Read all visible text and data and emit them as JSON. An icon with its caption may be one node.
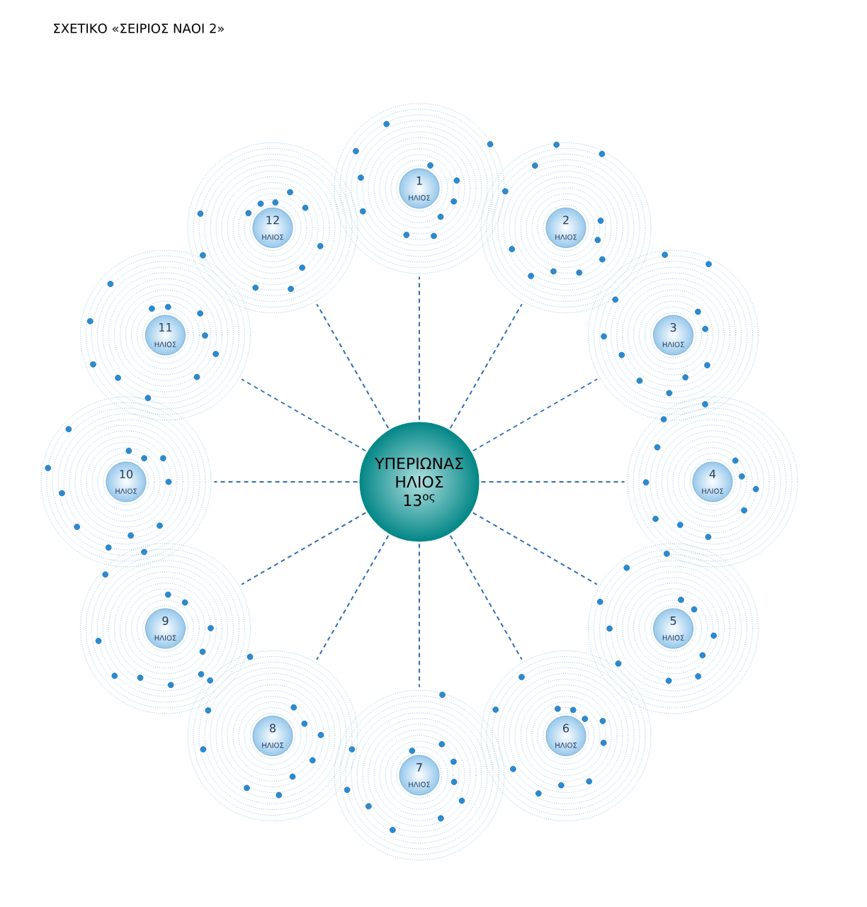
{
  "diagram": {
    "title": "ΣΧΕΤΙΚΟ «ΣΕΙΡΙΟΣ ΝΑΟΙ 2»",
    "nodes": [
      {
        "text": [
          "ΥΠΕΡΙΩΝΑΣ",
          "ΗΛΙΟΣ",
          "13$^{ος}$"
        ]
      },
      {
        "text": [
          "1",
          "ΗΛΙΟΣ"
        ]
      },
      {
        "text": [
          "2",
          "ΗΛΙΟΣ"
        ]
      },
      {
        "text": [
          "3",
          "ΗΛΙΟΣ"
        ]
      },
      {
        "text": [
          "4",
          "ΗΛΙΟΣ"
        ]
      },
      {
        "text": [
          "5",
          "ΗΛΙΟΣ"
        ]
      },
      {
        "text": [
          "6",
          "ΗΛΙΟΣ"
        ]
      },
      {
        "text": [
          "7",
          "ΗΛΙΟΣ"
        ]
      },
      {
        "text": [
          "8",
          "ΗΛΙΟΣ"
        ]
      },
      {
        "text": [
          "9",
          "ΗΛΙΟΣ"
        ]
      },
      {
        "text": [
          "10",
          "ΗΛΙΟΣ"
        ]
      },
      {
        "text": [
          "11",
          "ΗΛΙΟΣ"
        ]
      },
      {
        "text": [
          "12",
          "ΗΛΙΟΣ"
        ]
      }
    ],
    "edges": [
      {
        "from": 0,
        "to": 1,
        "arrow": "none",
        "style": "dashed"
      },
      {
        "from": 0,
        "to": 2,
        "arrow": "none",
        "style": "dashed"
      },
      {
        "from": 0,
        "to": 3,
        "arrow": "none",
        "style": "dashed"
      },
      {
        "from": 0,
        "to": 4,
        "arrow": "none",
        "style": "dashed"
      },
      {
        "from": 0,
        "to": 5,
        "arrow": "none",
        "style": "dashed"
      },
      {
        "from": 0,
        "to": 6,
        "arrow": "none",
        "style": "dashed"
      },
      {
        "from": 0,
        "to": 7,
        "arrow": "none",
        "style": "dashed"
      },
      {
        "from": 0,
        "to": 8,
        "arrow": "none",
        "style": "dashed"
      },
      {
        "from": 0,
        "to": 9,
        "arrow": "none",
        "style": "dashed"
      },
      {
        "from": 0,
        "to": 10,
        "arrow": "none",
        "style": "dashed"
      },
      {
        "from": 0,
        "to": 11,
        "arrow": "none",
        "style": "dashed"
      },
      {
        "from": 0,
        "to": 12,
        "arrow": "none",
        "style": "dashed"
      }
    ]
  }
}
